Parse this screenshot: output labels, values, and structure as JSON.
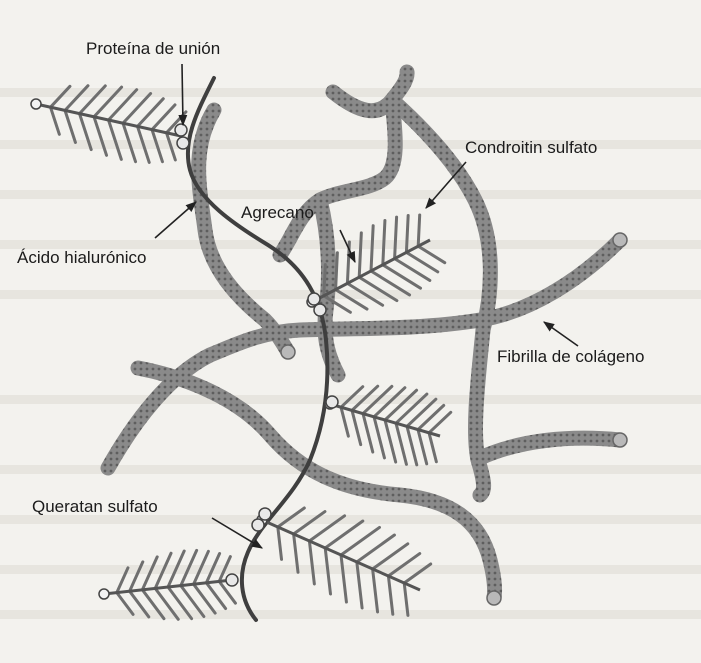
{
  "labels": {
    "proteina_union": "Proteína de unión",
    "acido_hialuronico": "Ácido hialurónico",
    "agrecano": "Agrecano",
    "condroitin_sulfato": "Condroitin sulfato",
    "fibrilla_colageno": "Fibrilla de colágeno",
    "queratan_sulfato": "Queratan sulfato"
  },
  "colors": {
    "fibril": "#8a8a8a",
    "fibril_texture": "#5e5e5e",
    "hyaluronic": "#3f3f3f",
    "spine": "#555555",
    "bristle": "#6f6f6f",
    "label_text": "#1b1b1b"
  }
}
